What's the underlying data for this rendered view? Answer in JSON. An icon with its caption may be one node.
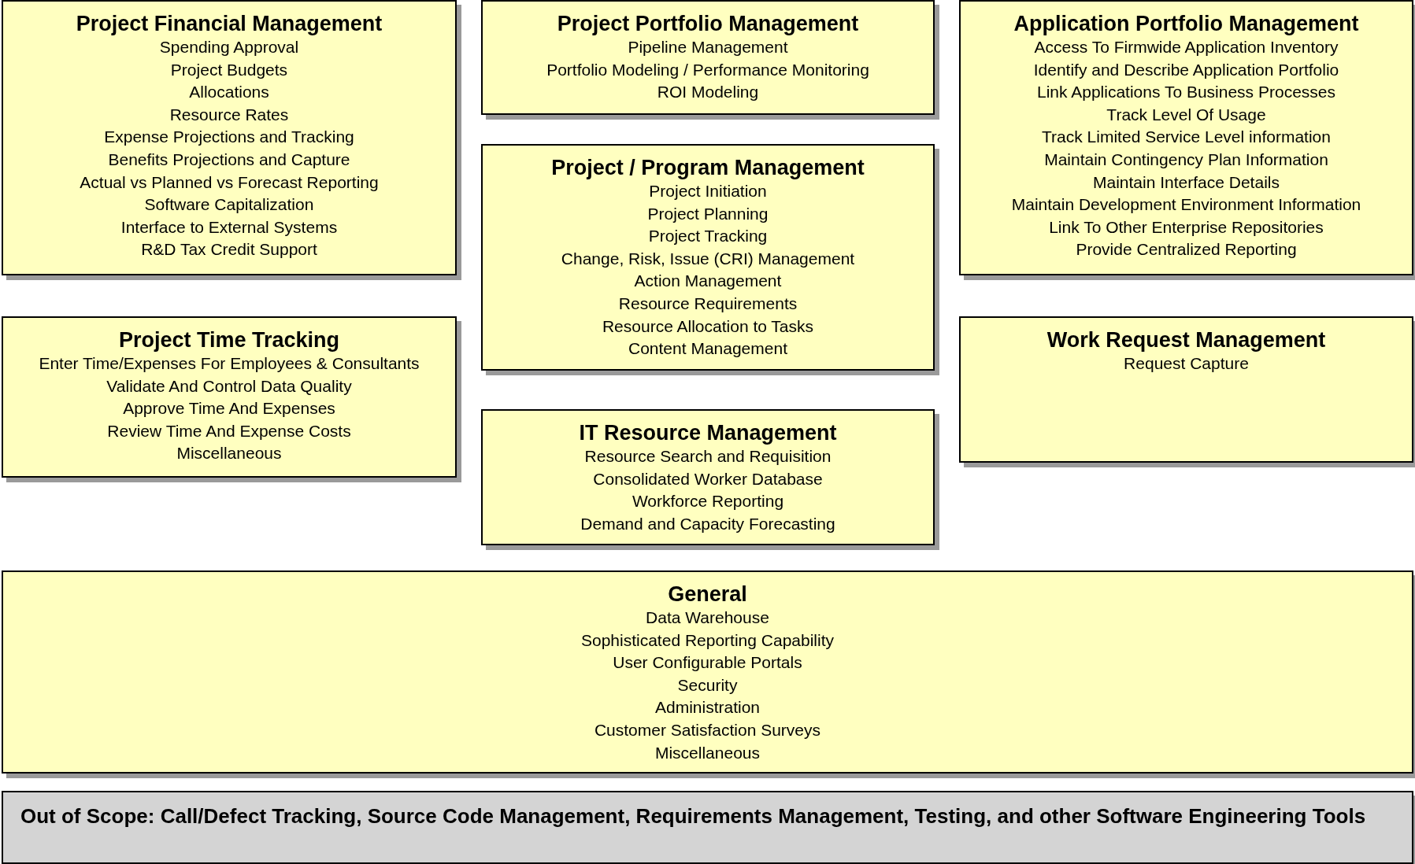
{
  "diagram": {
    "nodes": [
      {
        "text": [
          "Project Financial Management",
          "Spending Approval",
          "Project Budgets",
          "Allocations",
          "Resource Rates",
          "Expense Projections and Tracking",
          "Benefits Projections and Capture",
          "Actual vs Planned vs Forecast Reporting",
          "Software Capitalization",
          "Interface to External Systems",
          "R&D Tax Credit Support"
        ]
      },
      {
        "text": [
          "Project Portfolio Management",
          "Pipeline Management",
          "Portfolio Modeling / Performance Monitoring",
          "ROI Modeling"
        ]
      },
      {
        "text": [
          "Application Portfolio Management",
          "Access To Firmwide Application Inventory",
          "Identify and Describe Application Portfolio",
          "Link Applications To Business Processes",
          "Track Level Of Usage",
          "Track Limited Service Level information",
          "Maintain Contingency Plan Information",
          "Maintain Interface Details",
          "Maintain Development Environment Information",
          "Link To Other Enterprise Repositories",
          "Provide Centralized Reporting"
        ]
      },
      {
        "text": [
          "Project / Program Management",
          "Project Initiation",
          "Project Planning",
          "Project Tracking",
          "Change, Risk, Issue (CRI) Management",
          "Action Management",
          "Resource Requirements",
          "Resource Allocation to Tasks",
          "Content Management"
        ]
      },
      {
        "text": [
          "Project Time Tracking",
          "Enter Time/Expenses For Employees & Consultants",
          "Validate And Control Data Quality",
          "Approve Time And Expenses",
          "Review Time And Expense Costs",
          "Miscellaneous"
        ]
      },
      {
        "text": [
          "Work Request Management",
          "Request Capture"
        ]
      },
      {
        "text": [
          "IT Resource Management",
          "Resource Search and Requisition",
          "Consolidated Worker Database",
          "Workforce Reporting",
          "Demand and Capacity Forecasting"
        ]
      },
      {
        "text": [
          "General",
          "Data Warehouse",
          "Sophisticated Reporting Capability",
          "User Configurable Portals",
          "Security",
          "Administration",
          "Customer Satisfaction Surveys",
          "Miscellaneous"
        ]
      },
      {
        "text": [
          "Out of Scope: Call/Defect Tracking, Source Code Management, Requirements Management, Testing, and other Software Engineering Tools"
        ]
      }
    ]
  }
}
